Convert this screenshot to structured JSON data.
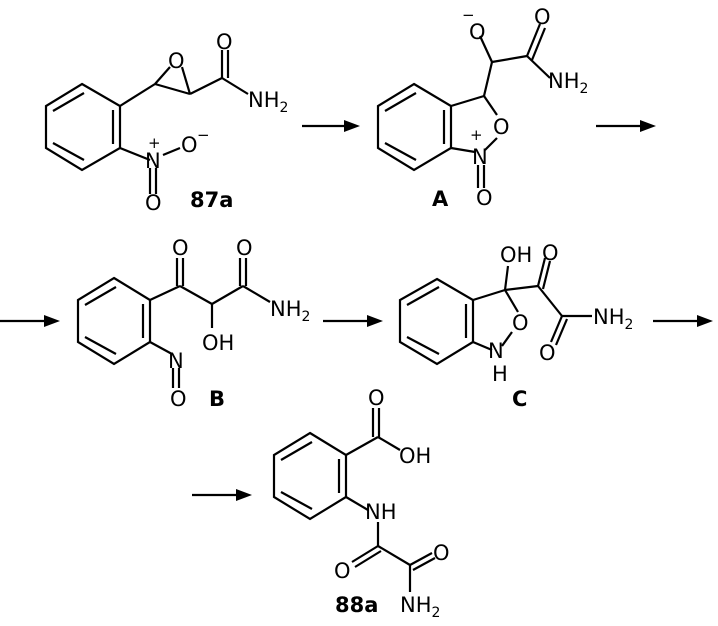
{
  "compounds": {
    "c87a": "87a",
    "A": "A",
    "B": "B",
    "C": "C",
    "c88a": "88a"
  },
  "atoms": {
    "O": "O",
    "N": "N",
    "NH": "NH",
    "NH2_main": "NH",
    "NH2_sub": "2",
    "OH": "OH",
    "HO_O": "O",
    "H": "H",
    "plus": "+",
    "minus": "−",
    "minus_sym": "−"
  },
  "colors": {
    "ink": "#000000",
    "background": "#ffffff"
  }
}
